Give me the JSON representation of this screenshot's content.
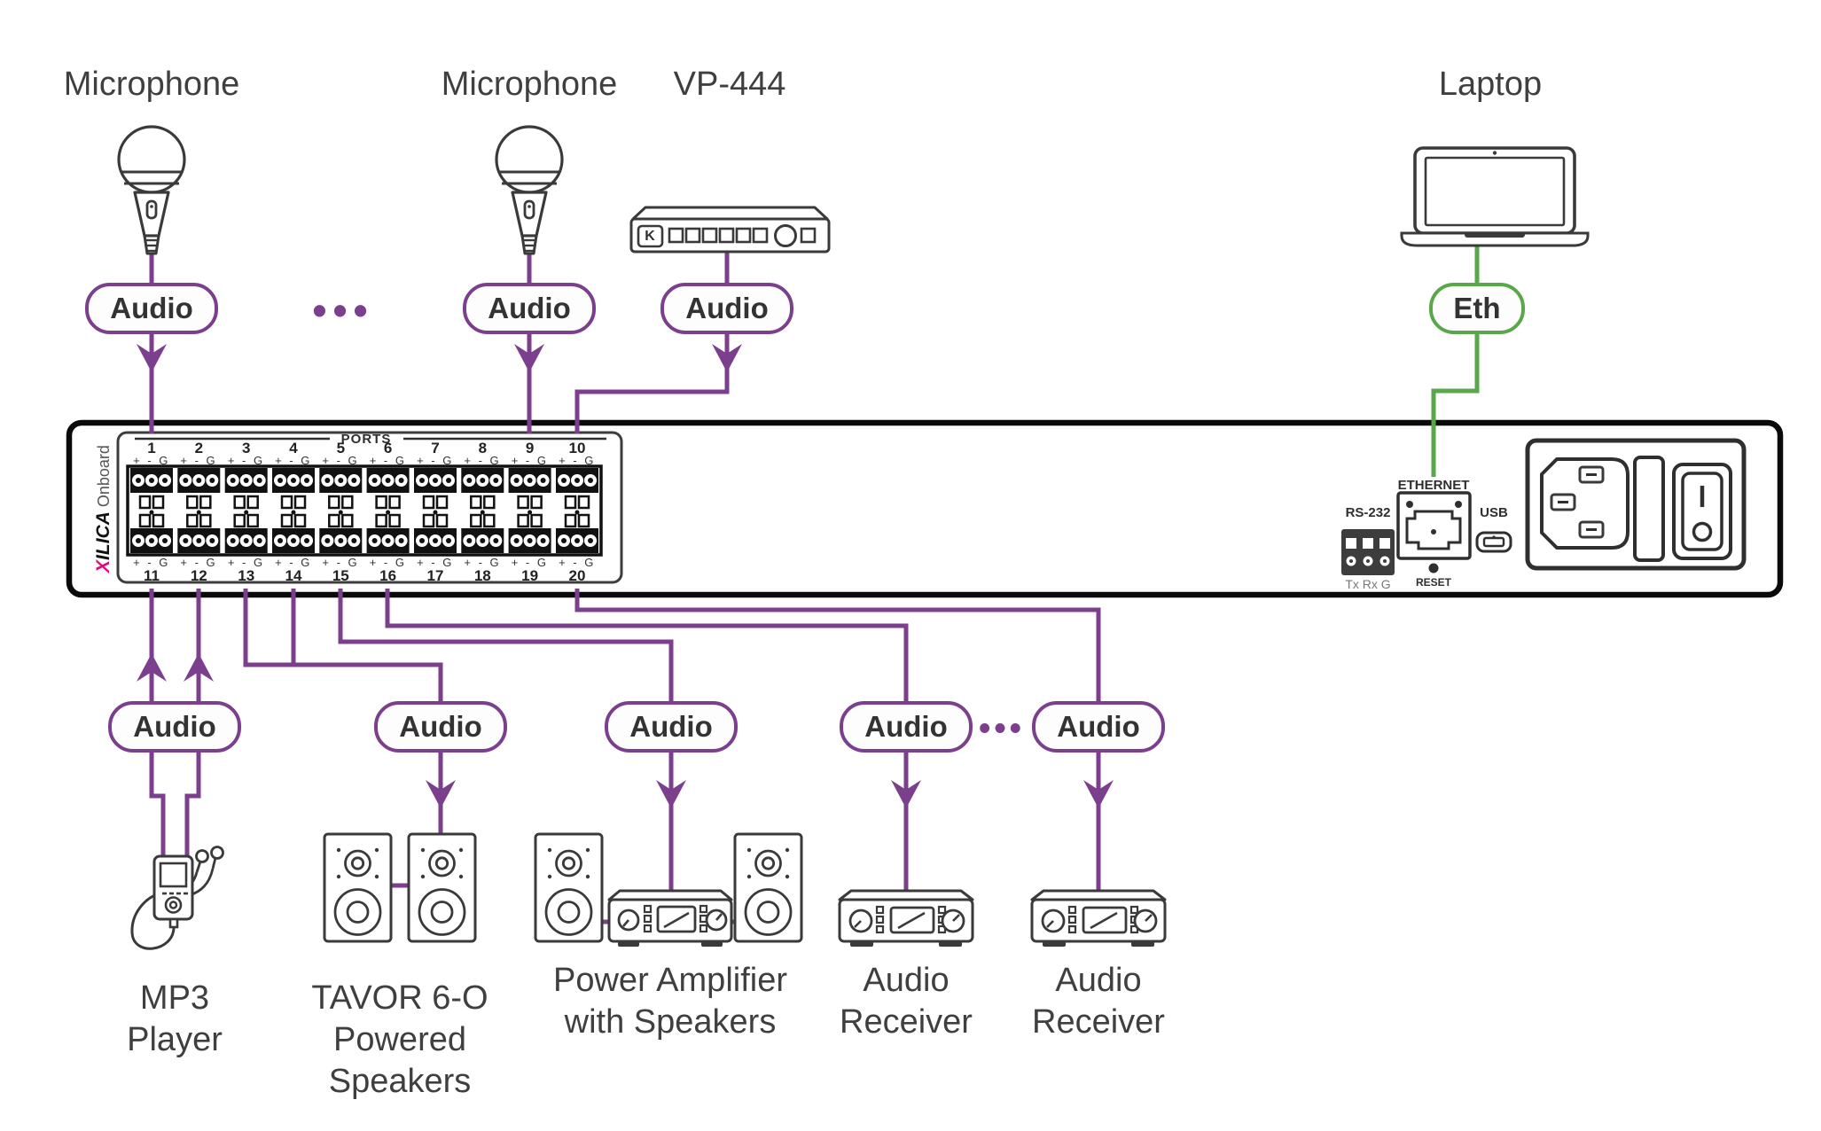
{
  "colors": {
    "purple": "#7c3f8e",
    "green": "#58a748",
    "ink": "#3a3a3a",
    "brand_pink": "#e5067e"
  },
  "icons": [
    "microphone-icon",
    "kramer-k-logo",
    "vp444-device-icon",
    "laptop-icon",
    "ethernet-jack-icon",
    "rs232-connector-icon",
    "usb-port-icon",
    "power-inlet-icon",
    "power-switch-icon",
    "reset-button-icon",
    "mp3-player-icon",
    "earbuds-icon",
    "speaker-icon",
    "amplifier-icon",
    "receiver-icon",
    "terminal-block-icon",
    "continuation-dots"
  ],
  "sources": {
    "mic1": {
      "label": "Microphone",
      "badge": "Audio"
    },
    "mic2": {
      "label": "Microphone",
      "badge": "Audio"
    },
    "dots": "•••",
    "vp444": {
      "label": "VP-444",
      "badge": "Audio",
      "logo_letter": "K"
    },
    "laptop": {
      "label": "Laptop",
      "badge": "Eth"
    }
  },
  "rack": {
    "ports": {
      "title": "PORTS",
      "pin_label": "+ - G",
      "top_numbers": [
        "1",
        "2",
        "3",
        "4",
        "5",
        "6",
        "7",
        "8",
        "9",
        "10"
      ],
      "bottom_numbers": [
        "11",
        "12",
        "13",
        "14",
        "15",
        "16",
        "17",
        "18",
        "19",
        "20"
      ]
    },
    "brand": {
      "x": "X",
      "rest": "ILICA",
      "suffix": "Onboard"
    },
    "rs232": {
      "label": "RS-232",
      "pins": "Tx Rx G"
    },
    "ethernet": {
      "label": "ETHERNET",
      "reset": "RESET"
    },
    "usb": {
      "label": "USB"
    }
  },
  "outputs": {
    "dots": "•••",
    "mp3": {
      "badge": "Audio",
      "label_lines": [
        "MP3",
        "Player"
      ]
    },
    "tavor": {
      "badge": "Audio",
      "label_lines": [
        "TAVOR 6-O",
        "Powered",
        "Speakers"
      ]
    },
    "amp": {
      "badge": "Audio",
      "label_lines": [
        "Power Amplifier",
        "with Speakers"
      ]
    },
    "receiver1": {
      "badge": "Audio",
      "label_lines": [
        "Audio",
        "Receiver"
      ]
    },
    "receiver2": {
      "badge": "Audio",
      "label_lines": [
        "Audio",
        "Receiver"
      ]
    }
  }
}
